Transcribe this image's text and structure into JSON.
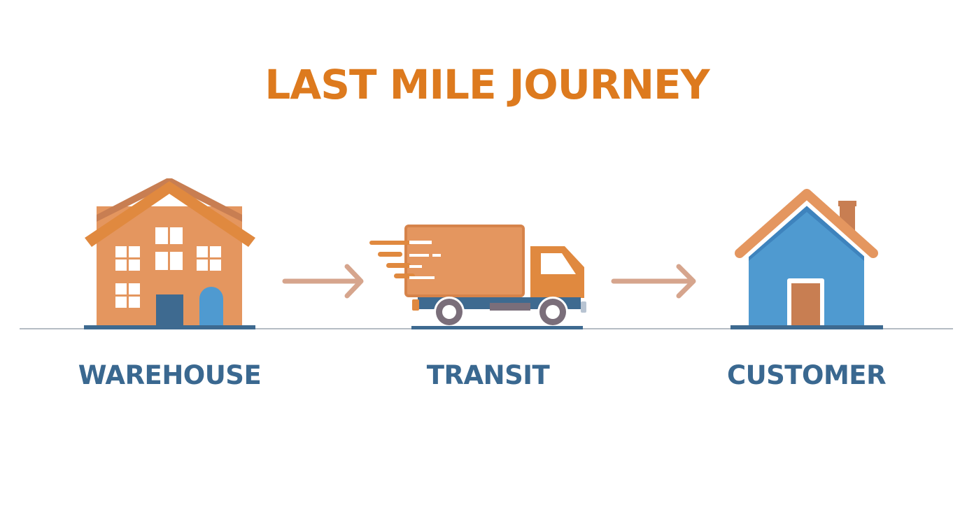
{
  "title": "LAST MILE JOURNEY",
  "colors": {
    "title": "#DD7A1E",
    "label": "#3A6890",
    "orange_body": "#E4965F",
    "orange_roof": "#E0893F",
    "blue_dark": "#3E6A90",
    "blue_light": "#4F9AD0",
    "arrow": "#D6A58D",
    "baseline": "#B5BCC4",
    "wheel": "#7A6E7A"
  },
  "stages": [
    {
      "id": "warehouse",
      "label": "WAREHOUSE",
      "icon": "warehouse-icon"
    },
    {
      "id": "transit",
      "label": "TRANSIT",
      "icon": "delivery-truck-icon"
    },
    {
      "id": "customer",
      "label": "CUSTOMER",
      "icon": "house-icon"
    }
  ],
  "connectors": [
    {
      "from": "warehouse",
      "to": "transit",
      "icon": "arrow-right-icon"
    },
    {
      "from": "transit",
      "to": "customer",
      "icon": "arrow-right-icon"
    }
  ]
}
